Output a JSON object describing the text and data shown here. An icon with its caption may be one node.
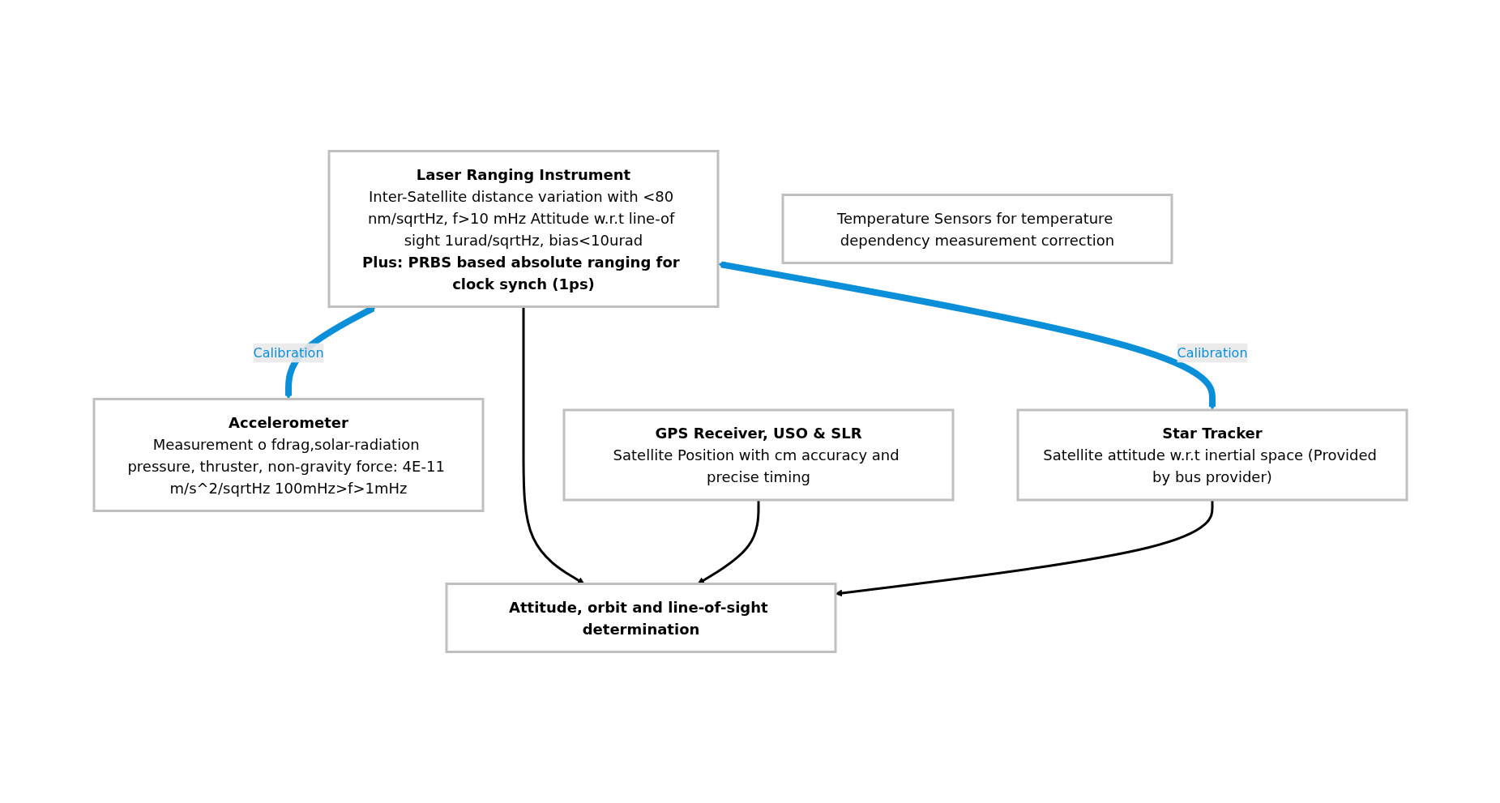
{
  "diagram": {
    "nodes": [
      {
        "text": [
          "Laser Ranging Instrument",
          "Inter-Satellite distance variation with <80 nm/sqrtHz, f>10 mHz Attitude w.r.t line-of sight 1urad/sqrtHz, bias<10urad",
          "Plus: PRBS based absolute ranging for clock synch (1ps)"
        ]
      },
      {
        "text": [
          "Accelerometer",
          "Measurement o fdrag,solar-radiation pressure, thruster, non-gravity force: 4E-11 m/s^2/sqrtHz 100mHz>f>1mHz"
        ]
      },
      {
        "text": [
          "Attitude, orbit and line-of-sight determination"
        ]
      },
      {
        "text": [
          "GPS Receiver, USO & SLR",
          "Satellite Position with cm accuracy and precise timing"
        ]
      },
      {
        "text": [
          "Star Tracker",
          "Satellite attitude w.r.t inertial space (Provided by bus provider)"
        ]
      },
      {
        "text": [
          "Temperature Sensors for temperature dependency measurement correction"
        ]
      }
    ],
    "edges": [
      {
        "from": 0,
        "to": 1,
        "arrow": "both",
        "label": "Calibration",
        "style": "thick",
        "color": "#0a8fd8"
      },
      {
        "from": 0,
        "to": 4,
        "arrow": "both",
        "label": "Calibration",
        "style": "thick",
        "color": "#0a8fd8"
      },
      {
        "from": 0,
        "to": 2,
        "arrow": "to"
      },
      {
        "from": 3,
        "to": 2,
        "arrow": "to"
      },
      {
        "from": 4,
        "to": 2,
        "arrow": "to"
      }
    ]
  }
}
